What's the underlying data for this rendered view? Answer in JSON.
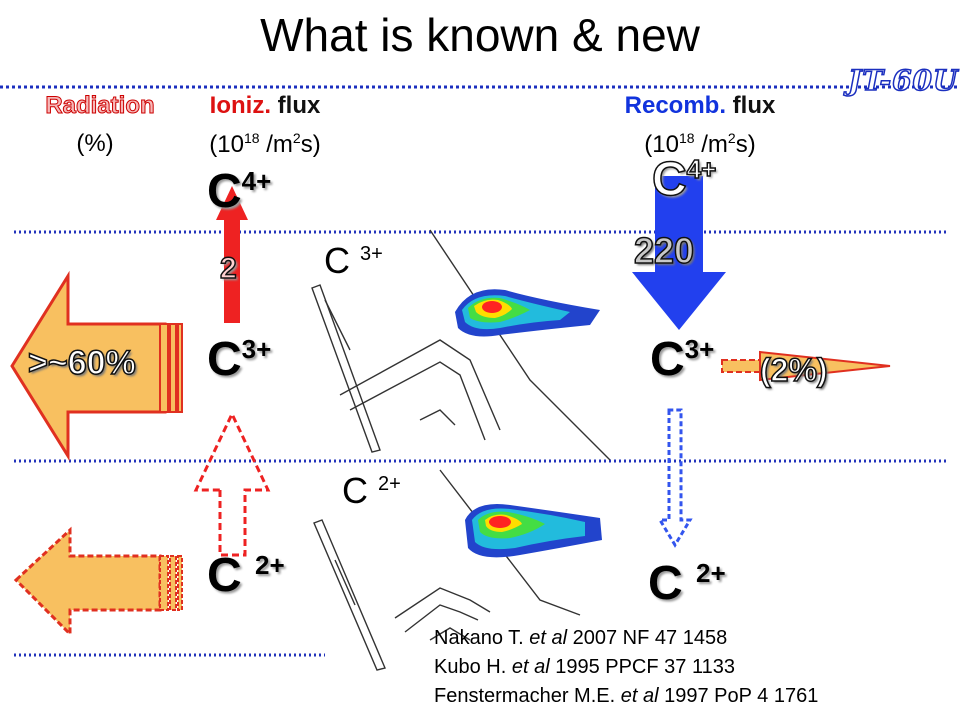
{
  "title": "What is known & new",
  "logo_text": "JT-60U",
  "headers": {
    "radiation": {
      "label": "Radiation",
      "unit": "(%)"
    },
    "ioniz": {
      "label_colored": "Ioniz.",
      "label_plain": "flux",
      "unit_base": "(10",
      "unit_exp": "18",
      "unit_mid": "/m",
      "unit_exp2": "2",
      "unit_end": "s)"
    },
    "recomb": {
      "label_colored": "Recomb.",
      "label_plain": "flux",
      "unit_base": "(10",
      "unit_exp": "18",
      "unit_mid": "/m",
      "unit_exp2": "2",
      "unit_end": "s)"
    }
  },
  "left_column": {
    "c4": {
      "base": "C",
      "charge": "4+"
    },
    "c3": {
      "base": "C",
      "charge": "3+"
    },
    "c2": {
      "base": "C",
      "charge": "2+"
    },
    "ioniz_value": "2",
    "radiation_value": ">~60%"
  },
  "right_column": {
    "c4": {
      "base": "C",
      "charge": "4+"
    },
    "c3": {
      "base": "C",
      "charge": "3+"
    },
    "c2": {
      "base": "C",
      "charge": "2+"
    },
    "recomb_value": "220",
    "radiation_value": "(2%)"
  },
  "panels": {
    "top_label": {
      "base": "C",
      "charge": "3+"
    },
    "bottom_label": {
      "base": "C",
      "charge": "2+"
    }
  },
  "references": [
    {
      "authors": "Nakano T.",
      "etal": "et al",
      "rest": "2007 NF 47 1458"
    },
    {
      "authors": "Kubo H.",
      "etal": "et al",
      "rest": "1995 PPCF 37 1133"
    },
    {
      "authors": "Fenstermacher M.E.",
      "etal": "et al",
      "rest": "1997 PoP 4 1761"
    }
  ],
  "colors": {
    "title_rule": "#1b2fbf",
    "dotted_rule": "#2233bb",
    "radiation_label": "#cc0000",
    "ioniz_label": "#dd1111",
    "recomb_label": "#1133dd",
    "arrow_fill": "#f8c060",
    "arrow_edge": "#e03020",
    "ioniz_arrow": "#ee2222",
    "recomb_arrow": "#2240ee"
  }
}
